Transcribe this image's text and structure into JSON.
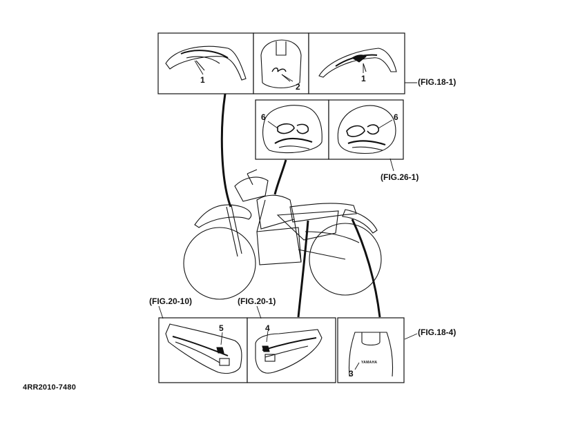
{
  "figure_refs": {
    "fig_18_1": "(FIG.18-1)",
    "fig_26_1": "(FIG.26-1)",
    "fig_20_10": "(FIG.20-10)",
    "fig_20_1": "(FIG.20-1)",
    "fig_18_4": "(FIG.18-4)"
  },
  "callouts": {
    "front_fender_left": "1",
    "front_fender_emblem": "2",
    "front_fender_right": "1",
    "tank_left": "6",
    "tank_right": "6",
    "side_cover_left": "5",
    "side_cover_right": "4",
    "rear_fender": "3"
  },
  "brand_mark": "YAMAHA",
  "drawing_code": "4RR2010-7480",
  "colors": {
    "ink": "#111111",
    "background": "#ffffff"
  }
}
